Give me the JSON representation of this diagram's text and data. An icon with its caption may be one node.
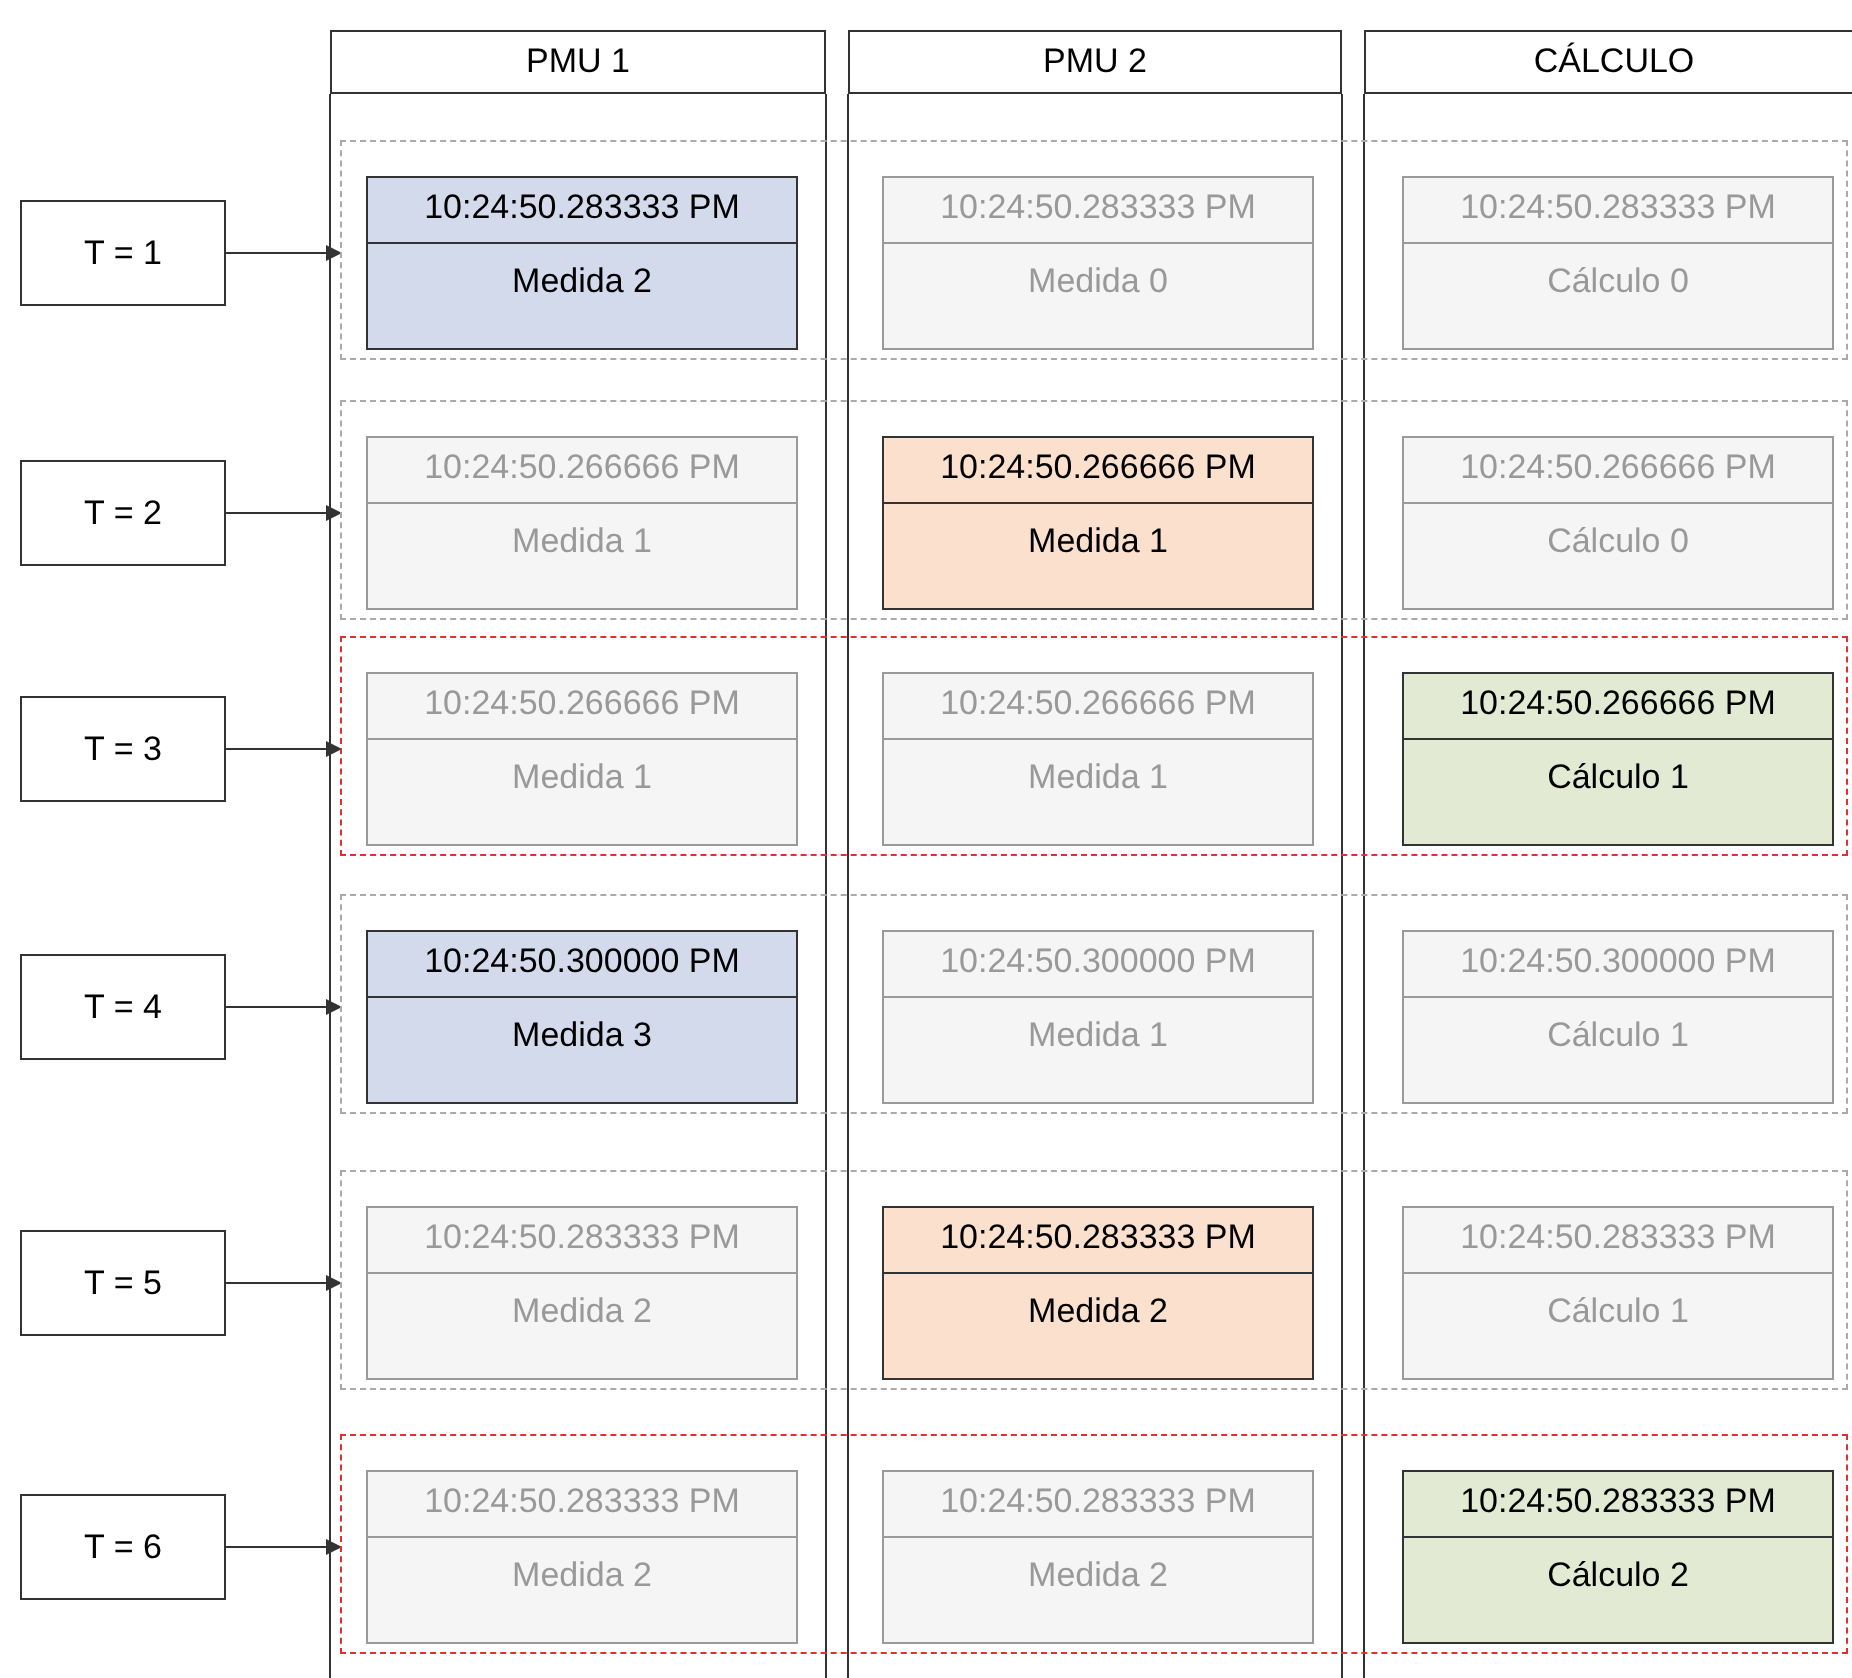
{
  "diagram": {
    "nodes": [
      {
        "text": [
          "PMU 1"
        ]
      },
      {
        "text": [
          "PMU 2"
        ]
      },
      {
        "text": [
          "CÁLCULO"
        ]
      },
      {
        "text": [
          "T = 1"
        ]
      },
      {
        "text": [],
        "shape": "box"
      },
      {
        "text": [
          "10:24:50.283333 PM",
          "Medida 2"
        ],
        "in": 4
      },
      {
        "text": [
          "10:24:50.283333 PM",
          "Medida 0"
        ],
        "in": 4
      },
      {
        "text": [
          "10:24:50.283333 PM",
          "Cálculo 0"
        ],
        "in": 4
      },
      {
        "text": [
          "T = 2"
        ]
      },
      {
        "text": [],
        "shape": "box"
      },
      {
        "text": [
          "10:24:50.266666 PM",
          "Medida 1"
        ],
        "in": 9
      },
      {
        "text": [
          "10:24:50.266666 PM",
          "Medida 1"
        ],
        "in": 9
      },
      {
        "text": [
          "10:24:50.266666 PM",
          "Cálculo 0"
        ],
        "in": 9
      },
      {
        "text": [
          "T = 3"
        ]
      },
      {
        "text": [],
        "shape": "box"
      },
      {
        "text": [
          "10:24:50.266666 PM",
          "Medida 1"
        ],
        "in": 14
      },
      {
        "text": [
          "10:24:50.266666 PM",
          "Medida 1"
        ],
        "in": 14
      },
      {
        "text": [
          "10:24:50.266666 PM",
          "Cálculo 1"
        ],
        "in": 14
      },
      {
        "text": [
          "T = 4"
        ]
      },
      {
        "text": [],
        "shape": "box"
      },
      {
        "text": [
          "10:24:50.300000 PM",
          "Medida 3"
        ],
        "in": 19
      },
      {
        "text": [
          "10:24:50.300000 PM",
          "Medida 1"
        ],
        "in": 19
      },
      {
        "text": [
          "10:24:50.300000 PM",
          "Cálculo 1"
        ],
        "in": 19
      },
      {
        "text": [
          "T = 5"
        ]
      },
      {
        "text": [],
        "shape": "box"
      },
      {
        "text": [
          "10:24:50.283333 PM",
          "Medida 2"
        ],
        "in": 24
      },
      {
        "text": [
          "10:24:50.283333 PM",
          "Medida 2"
        ],
        "in": 24
      },
      {
        "text": [
          "10:24:50.283333 PM",
          "Cálculo 1"
        ],
        "in": 24
      },
      {
        "text": [
          "T = 6"
        ]
      },
      {
        "text": [],
        "shape": "box"
      },
      {
        "text": [
          "10:24:50.283333 PM",
          "Medida 2"
        ],
        "in": 29
      },
      {
        "text": [
          "10:24:50.283333 PM",
          "Medida 2"
        ],
        "in": 29
      },
      {
        "text": [
          "10:24:50.283333 PM",
          "Cálculo 2"
        ],
        "in": 29
      }
    ],
    "edges": [
      {
        "from": 3,
        "to": 4,
        "arrow": "to"
      },
      {
        "from": 8,
        "to": 9,
        "arrow": "to"
      },
      {
        "from": 13,
        "to": 14,
        "arrow": "to"
      },
      {
        "from": 18,
        "to": 19,
        "arrow": "to"
      },
      {
        "from": 23,
        "to": 24,
        "arrow": "to"
      },
      {
        "from": 28,
        "to": 29,
        "arrow": "to"
      }
    ]
  }
}
